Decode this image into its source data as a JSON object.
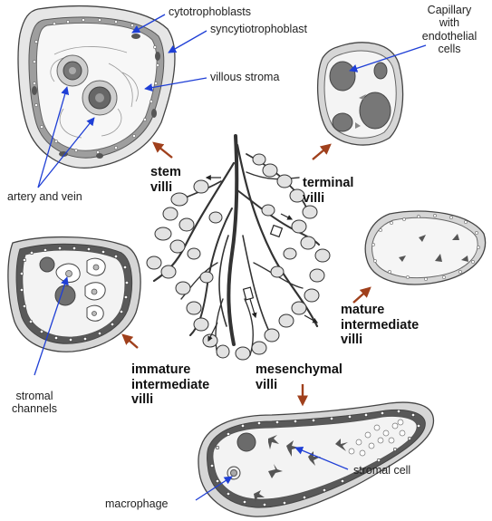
{
  "labels": {
    "cytotrophoblasts": "cytotrophoblasts",
    "syncytiotrophoblast": "syncytiotrophoblast",
    "villous_stroma": "villous stroma",
    "artery_and_vein": "artery and vein",
    "capillary_line1": "Capillary",
    "capillary_line2": "with",
    "capillary_line3": "endothelial",
    "capillary_line4": "cells",
    "stem_line1": "stem",
    "stem_line2": "villi",
    "terminal_line1": "terminal",
    "terminal_line2": "villi",
    "mature_line1": "mature",
    "mature_line2": "intermediate",
    "mature_line3": "villi",
    "immature_line1": "immature",
    "immature_line2": "intermediate",
    "immature_line3": "villi",
    "mesenchymal_line1": "mesenchymal",
    "mesenchymal_line2": "villi",
    "stromal_channels_line1": "stromal",
    "stromal_channels_line2": "channels",
    "stromal_cell": "stromal cell",
    "macrophage": "macrophage"
  },
  "colors": {
    "pointer_blue": "#1f3fd6",
    "arrow_brown": "#a0401c",
    "villus_fill": "#eeeeee",
    "nucleus_gray": "#6b6b6b",
    "trophoblast_layer": "#d9d9d9"
  }
}
